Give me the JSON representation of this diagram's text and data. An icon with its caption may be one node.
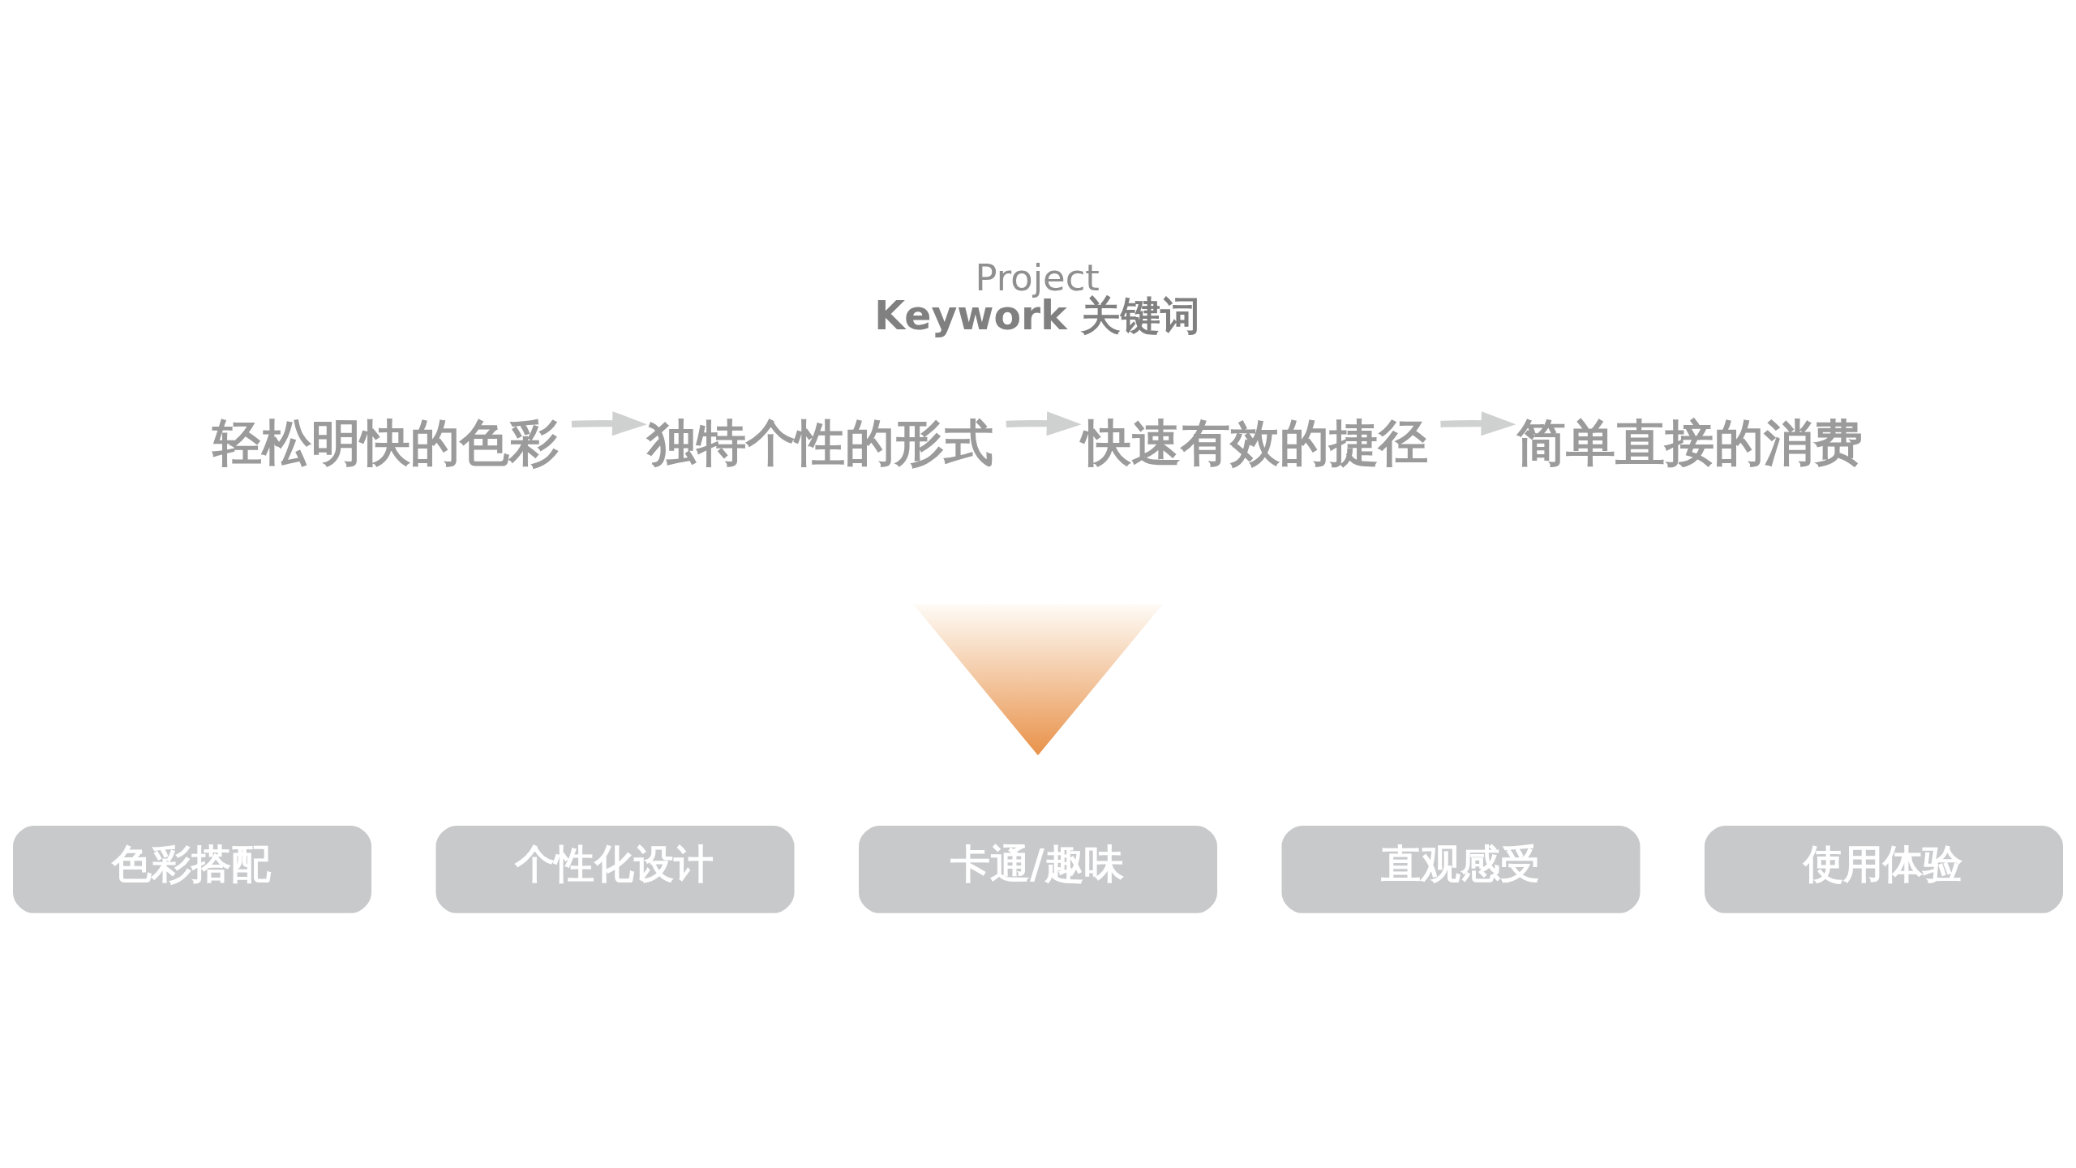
{
  "diagram": {
    "title": "Project Keywork 关键词",
    "nodes": [
      {
        "text": [
          "轻松明快的色彩"
        ]
      },
      {
        "text": [
          "独特个性的形式"
        ]
      },
      {
        "text": [
          "快速有效的捷径"
        ]
      },
      {
        "text": [
          "简单直接的消费"
        ]
      },
      {
        "text": [],
        "shape": "arrow"
      },
      {
        "text": [
          "色彩搭配"
        ]
      },
      {
        "text": [
          "个性化设计"
        ]
      },
      {
        "text": [
          "卡通/趣味"
        ]
      },
      {
        "text": [
          "直观感受"
        ]
      },
      {
        "text": [
          "使用体验"
        ]
      }
    ],
    "edges": [
      {
        "from": 0,
        "to": 1,
        "arrow": "to"
      },
      {
        "from": 1,
        "to": 2,
        "arrow": "to"
      },
      {
        "from": 2,
        "to": 3,
        "arrow": "to"
      }
    ]
  }
}
